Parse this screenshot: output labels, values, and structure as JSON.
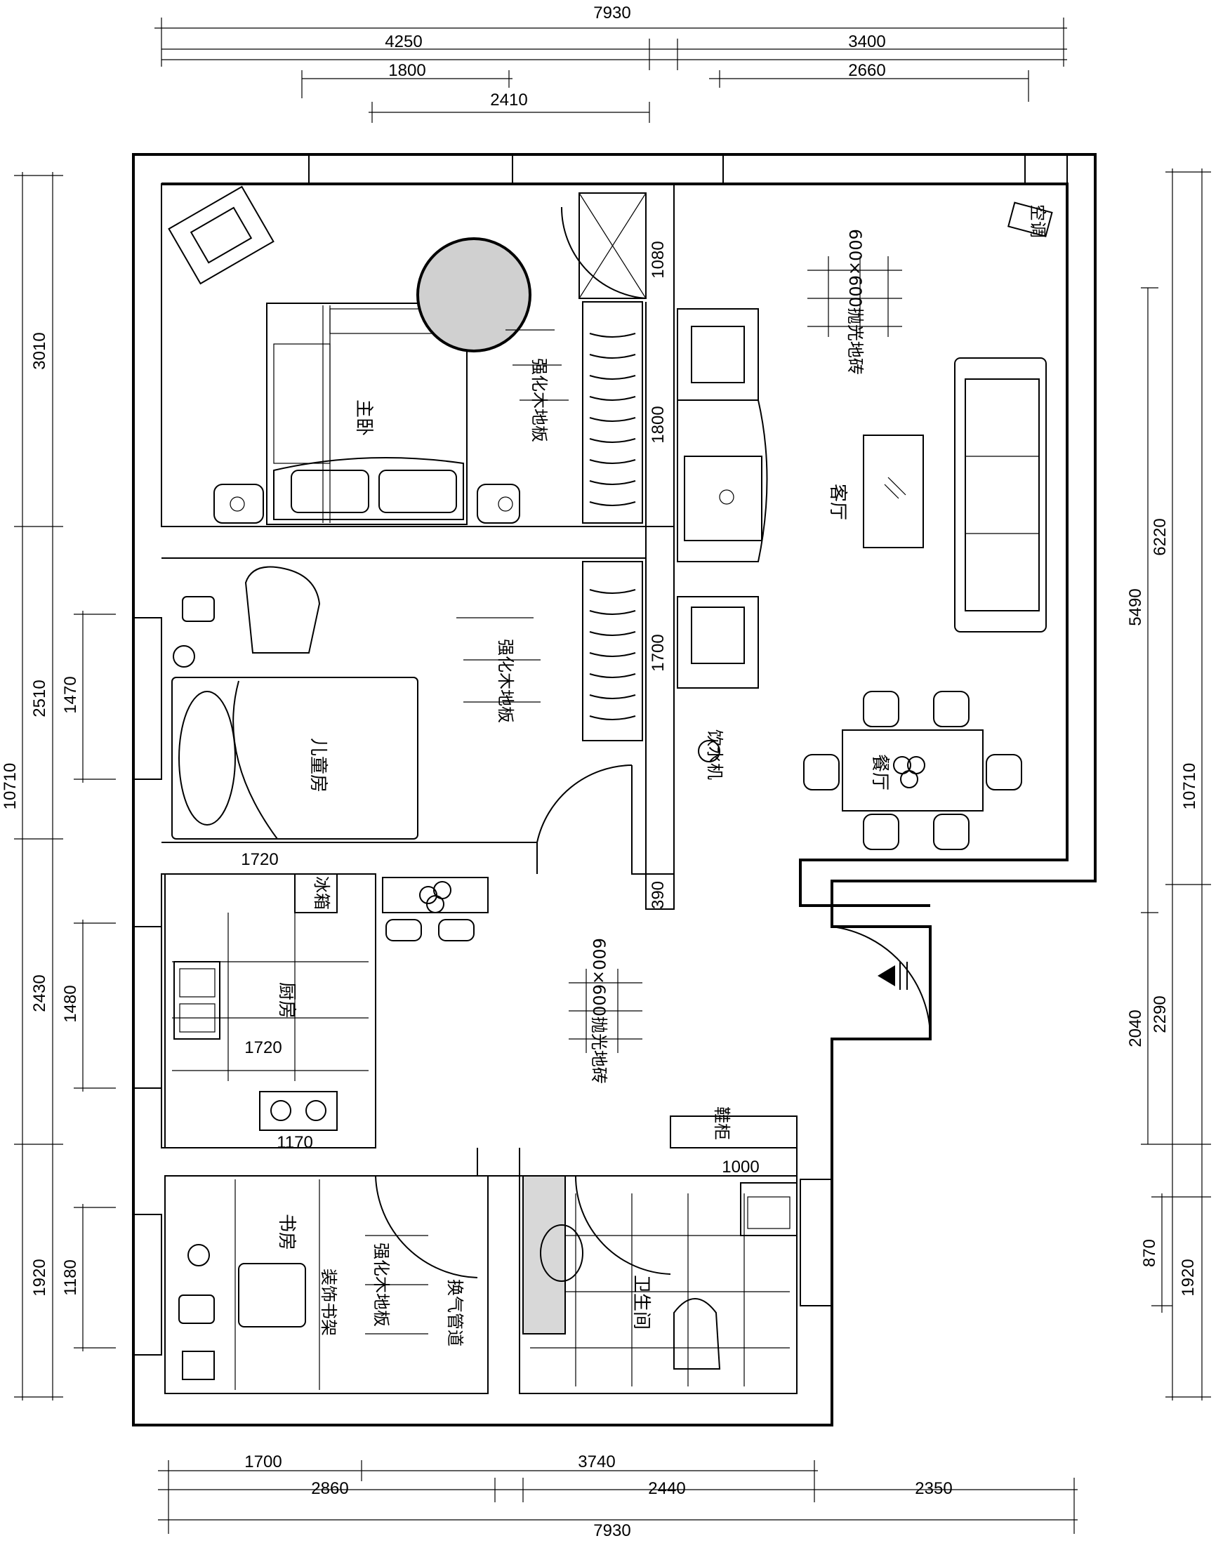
{
  "dims": {
    "top_total": "7930",
    "top_a": "4250",
    "top_b": "3400",
    "top_c": "1800",
    "top_d": "2660",
    "top_e": "2410",
    "bottom_a": "1700",
    "bottom_b": "3740",
    "bottom_c": "2860",
    "bottom_d": "2440",
    "bottom_e": "2350",
    "bottom_total": "7930",
    "left_total": "10710",
    "left_a": "3010",
    "left_b": "2510",
    "left_c": "1470",
    "left_d": "2430",
    "left_e": "1480",
    "left_f": "1920",
    "left_g": "1180",
    "right_total": "10710",
    "right_a": "5490",
    "right_b": "6220",
    "right_c": "2040",
    "right_d": "2290",
    "right_e": "870",
    "right_f": "1920",
    "in_1080": "1080",
    "in_1800": "1800",
    "in_1700": "1700",
    "in_390": "390",
    "in_1720a": "1720",
    "in_1720b": "1720",
    "in_1170": "1170",
    "in_1000": "1000"
  },
  "rooms": {
    "master": "主卧",
    "kids": "儿童房",
    "living": "客厅",
    "dining": "餐厅",
    "kitchen": "厨房",
    "study": "书房",
    "bath": "卫生间"
  },
  "materials": {
    "laminate": "强化木地板",
    "tile": "600×600抛光地砖"
  },
  "labels": {
    "ac": "空调",
    "water": "饮水机",
    "fridge": "冰箱",
    "shoe": "鞋柜",
    "shelf": "装饰书架",
    "vent": "换气管道"
  }
}
